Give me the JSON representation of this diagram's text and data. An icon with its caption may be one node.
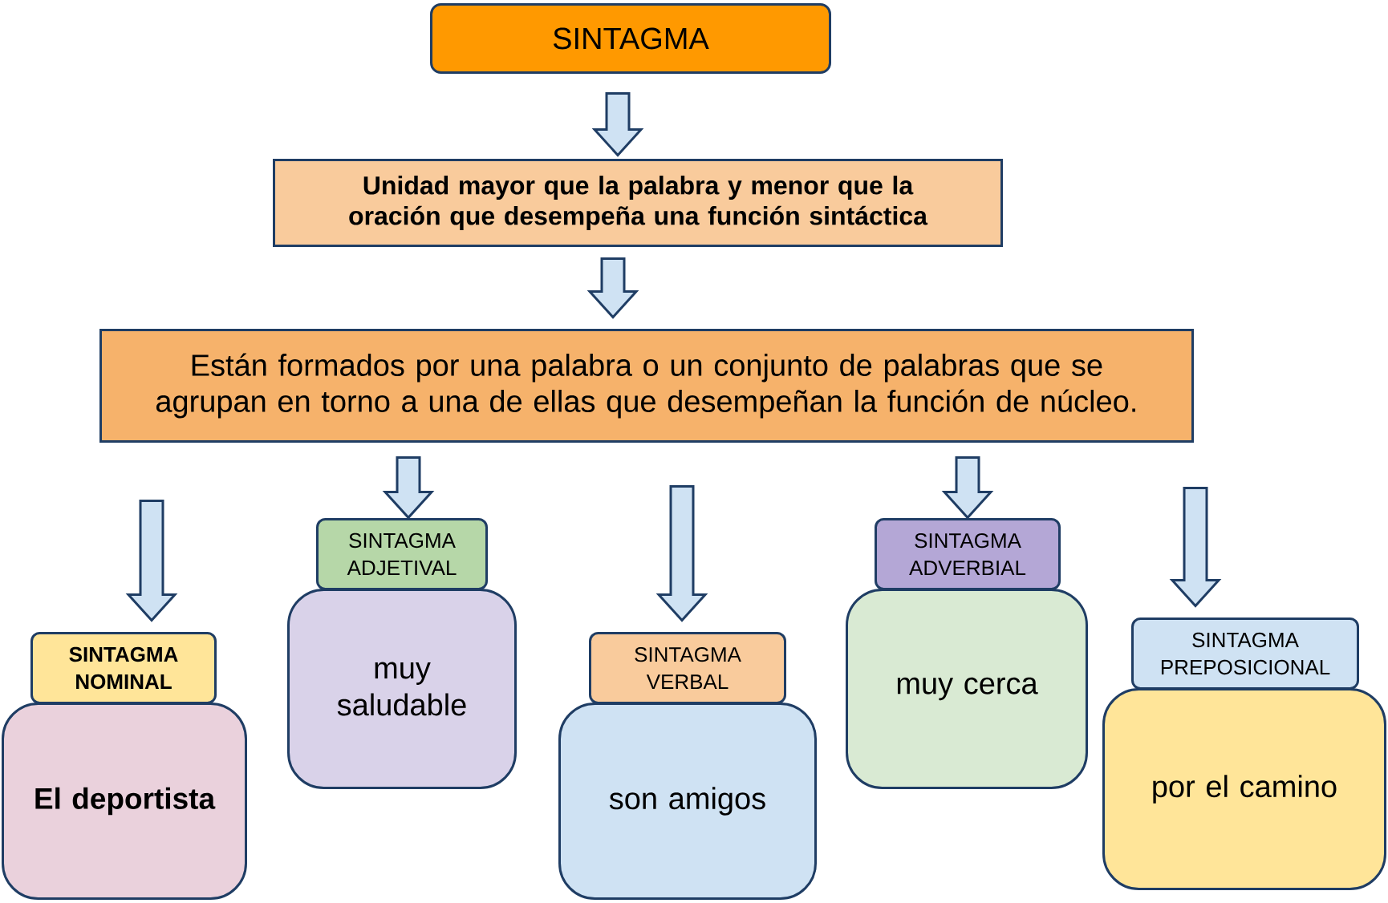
{
  "diagram": {
    "nodes": [
      {
        "text": [
          "SINTAGMA"
        ]
      },
      {
        "text": [
          "Unidad mayor que la palabra y menor que la oración que desempeña una función sintáctica"
        ]
      },
      {
        "text": [
          "Están formados por una palabra o un conjunto de palabras que se agrupan en torno a una de ellas que desempeñan la función de núcleo."
        ]
      },
      {
        "text": [
          "SINTAGMA NOMINAL"
        ]
      },
      {
        "text": [
          "El deportista"
        ]
      },
      {
        "text": [
          "SINTAGMA ADJETIVAL"
        ]
      },
      {
        "text": [
          "muy saludable"
        ]
      },
      {
        "text": [
          "SINTAGMA VERBAL"
        ]
      },
      {
        "text": [
          "son amigos"
        ]
      },
      {
        "text": [
          "SINTAGMA ADVERBIAL"
        ]
      },
      {
        "text": [
          "muy cerca"
        ]
      },
      {
        "text": [
          "SINTAGMA PREPOSICIONAL"
        ]
      },
      {
        "text": [
          "por el camino"
        ]
      }
    ],
    "edges": [
      {
        "from": 0,
        "to": 1,
        "arrow": "to"
      },
      {
        "from": 1,
        "to": 2,
        "arrow": "to"
      },
      {
        "from": 2,
        "to": 3,
        "arrow": "to"
      },
      {
        "from": 2,
        "to": 5,
        "arrow": "to"
      },
      {
        "from": 2,
        "to": 7,
        "arrow": "to"
      },
      {
        "from": 2,
        "to": 9,
        "arrow": "to"
      },
      {
        "from": 2,
        "to": 11,
        "arrow": "to"
      }
    ]
  }
}
